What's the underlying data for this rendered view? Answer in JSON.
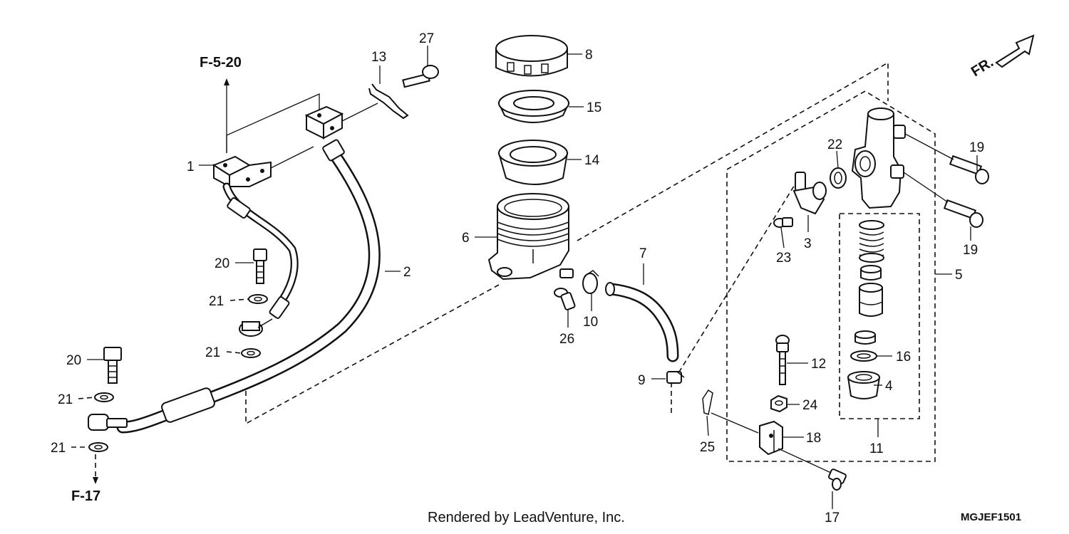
{
  "labels": {
    "p1": "1",
    "p2": "2",
    "p3": "3",
    "p4": "4",
    "p5": "5",
    "p6": "6",
    "p7": "7",
    "p8": "8",
    "p9": "9",
    "p10": "10",
    "p11": "11",
    "p12": "12",
    "p13": "13",
    "p14": "14",
    "p15": "15",
    "p16": "16",
    "p17": "17",
    "p18": "18",
    "p19a": "19",
    "p19b": "19",
    "p20a": "20",
    "p20b": "20",
    "p21a": "21",
    "p21b": "21",
    "p21c": "21",
    "p21d": "21",
    "p22": "22",
    "p23": "23",
    "p24": "24",
    "p25": "25",
    "p26": "26",
    "p27": "27"
  },
  "refs": {
    "top": "F-5-20",
    "bottom": "F-17"
  },
  "direction": "FR.",
  "footer": {
    "credit": "Rendered by LeadVenture, Inc.",
    "code": "MGJEF1501"
  }
}
